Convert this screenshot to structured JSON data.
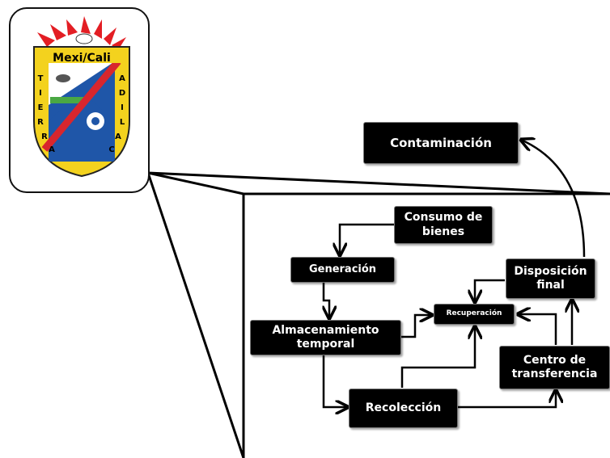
{
  "logo": {
    "city_name": "Mexi/Cali",
    "motto": "TIERRA CALIDA",
    "colors": {
      "shield_yellow": "#f3d21e",
      "shield_blue": "#1f56a8",
      "diagonal_red": "#d8262d",
      "crown_red": "#e31e24",
      "field_green": "#4aa843"
    }
  },
  "nodes": {
    "contaminacion": "Contaminación",
    "consumo": "Consumo de\nbienes",
    "generacion": "Generación",
    "almacenamiento": "Almacenamiento\ntemporal",
    "recuperacion": "Recuperación",
    "disposicion": "Disposición\nfinal",
    "recoleccion": "Recolección",
    "centro": "Centro de\ntransferencia"
  },
  "colors": {
    "node_fill": "#000000",
    "node_text": "#ffffff",
    "line": "#000000"
  }
}
